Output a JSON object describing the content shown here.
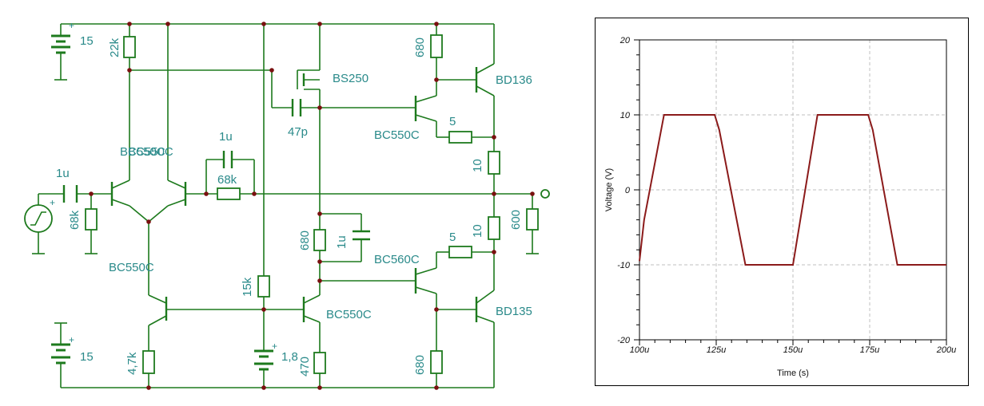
{
  "schematic": {
    "labels": {
      "v_top": "15",
      "r22k": "22k",
      "bs250": "BS250",
      "c47p": "47p",
      "r680_top": "680",
      "bd136": "BD136",
      "bc550c_drv": "BC550C",
      "r5_top": "5",
      "r10_top": "10",
      "q_pair": "BC550C",
      "c1u_fb": "1u",
      "r68k_fb": "68k",
      "c1u_in": "1u",
      "r68k_in": "68k",
      "r680_mid": "680",
      "c1u_mid": "1u",
      "bc560c": "BC560C",
      "r5_bot": "5",
      "r10_bot": "10",
      "r600": "600",
      "bc550c_tail": "BC550C",
      "r15k": "15k",
      "bc550c_bias": "BC550C",
      "bd135": "BD135",
      "v_bot": "15",
      "r4k7": "4,7k",
      "v18": "1,8",
      "r470": "470",
      "r680_bot": "680"
    }
  },
  "chart_data": {
    "type": "line",
    "title": "",
    "xlabel": "Time (s)",
    "ylabel": "Voltage (V)",
    "xlim": [
      100,
      200
    ],
    "ylim": [
      -20,
      20
    ],
    "x_unit": "u",
    "x_ticks": [
      "100u",
      "125u",
      "150u",
      "175u",
      "200u"
    ],
    "y_ticks": [
      "20",
      "10",
      "0",
      "-10",
      "-20"
    ],
    "grid": true,
    "series": [
      {
        "color": "#8b1a1a",
        "x": [
          100,
          101.5,
          108,
          124.5,
          126,
          134.5,
          150,
          158,
          174.5,
          176,
          184,
          200
        ],
        "y": [
          -9.5,
          -4,
          10,
          10,
          8,
          -10,
          -10,
          10,
          10,
          8,
          -10,
          -10
        ]
      }
    ]
  }
}
